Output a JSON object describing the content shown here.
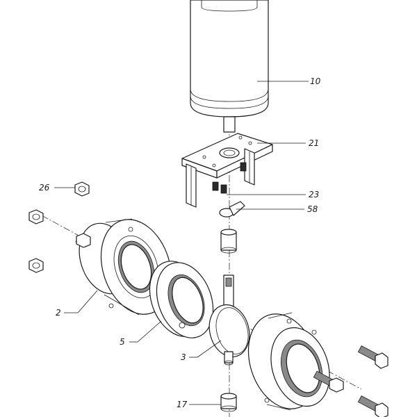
{
  "callouts": [
    {
      "id": "actuator",
      "label": "10"
    },
    {
      "id": "mounting-bracket",
      "label": "21"
    },
    {
      "id": "nut",
      "label": "26"
    },
    {
      "id": "bracket-screws",
      "label": "23"
    },
    {
      "id": "key",
      "label": "58"
    },
    {
      "id": "body-flange",
      "label": "2"
    },
    {
      "id": "seat-ring",
      "label": "5"
    },
    {
      "id": "disc",
      "label": "3"
    },
    {
      "id": "bushing",
      "label": "17"
    }
  ],
  "colors": {
    "line": "#1a1a1a",
    "shade": "#8a8a8a",
    "background": "#ffffff"
  }
}
